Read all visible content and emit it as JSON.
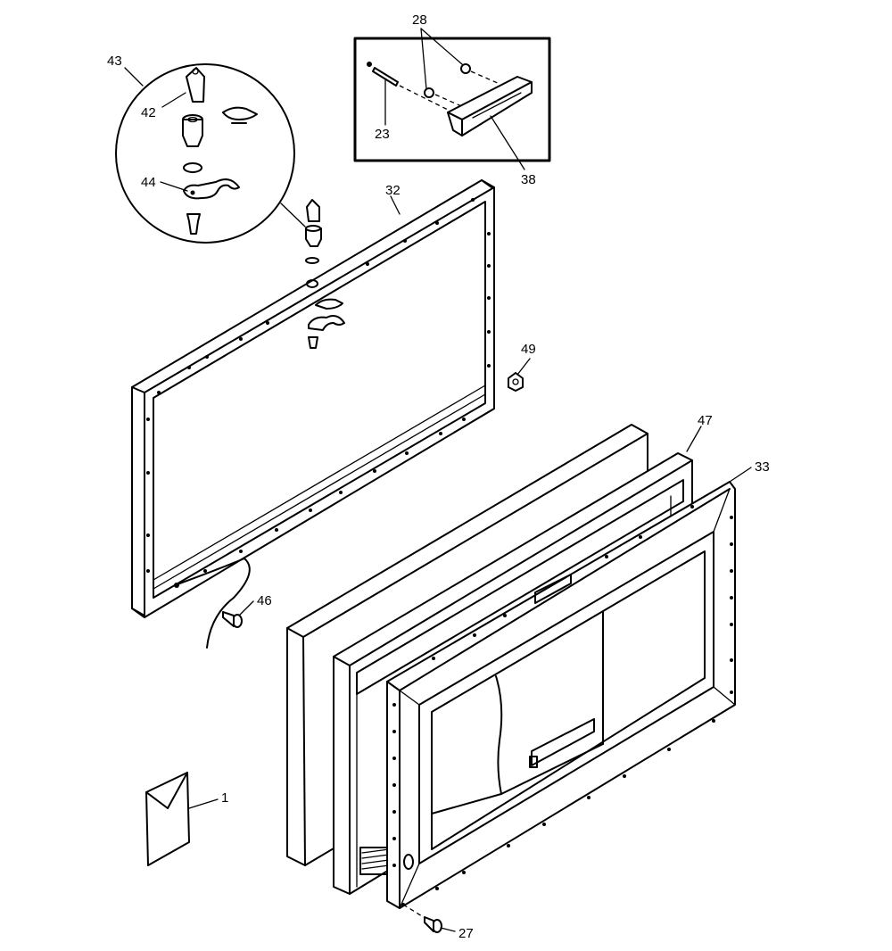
{
  "diagram": {
    "callouts": [
      "43",
      "42",
      "44",
      "28",
      "23",
      "38",
      "32",
      "49",
      "47",
      "33",
      "46",
      "1",
      "27"
    ]
  }
}
